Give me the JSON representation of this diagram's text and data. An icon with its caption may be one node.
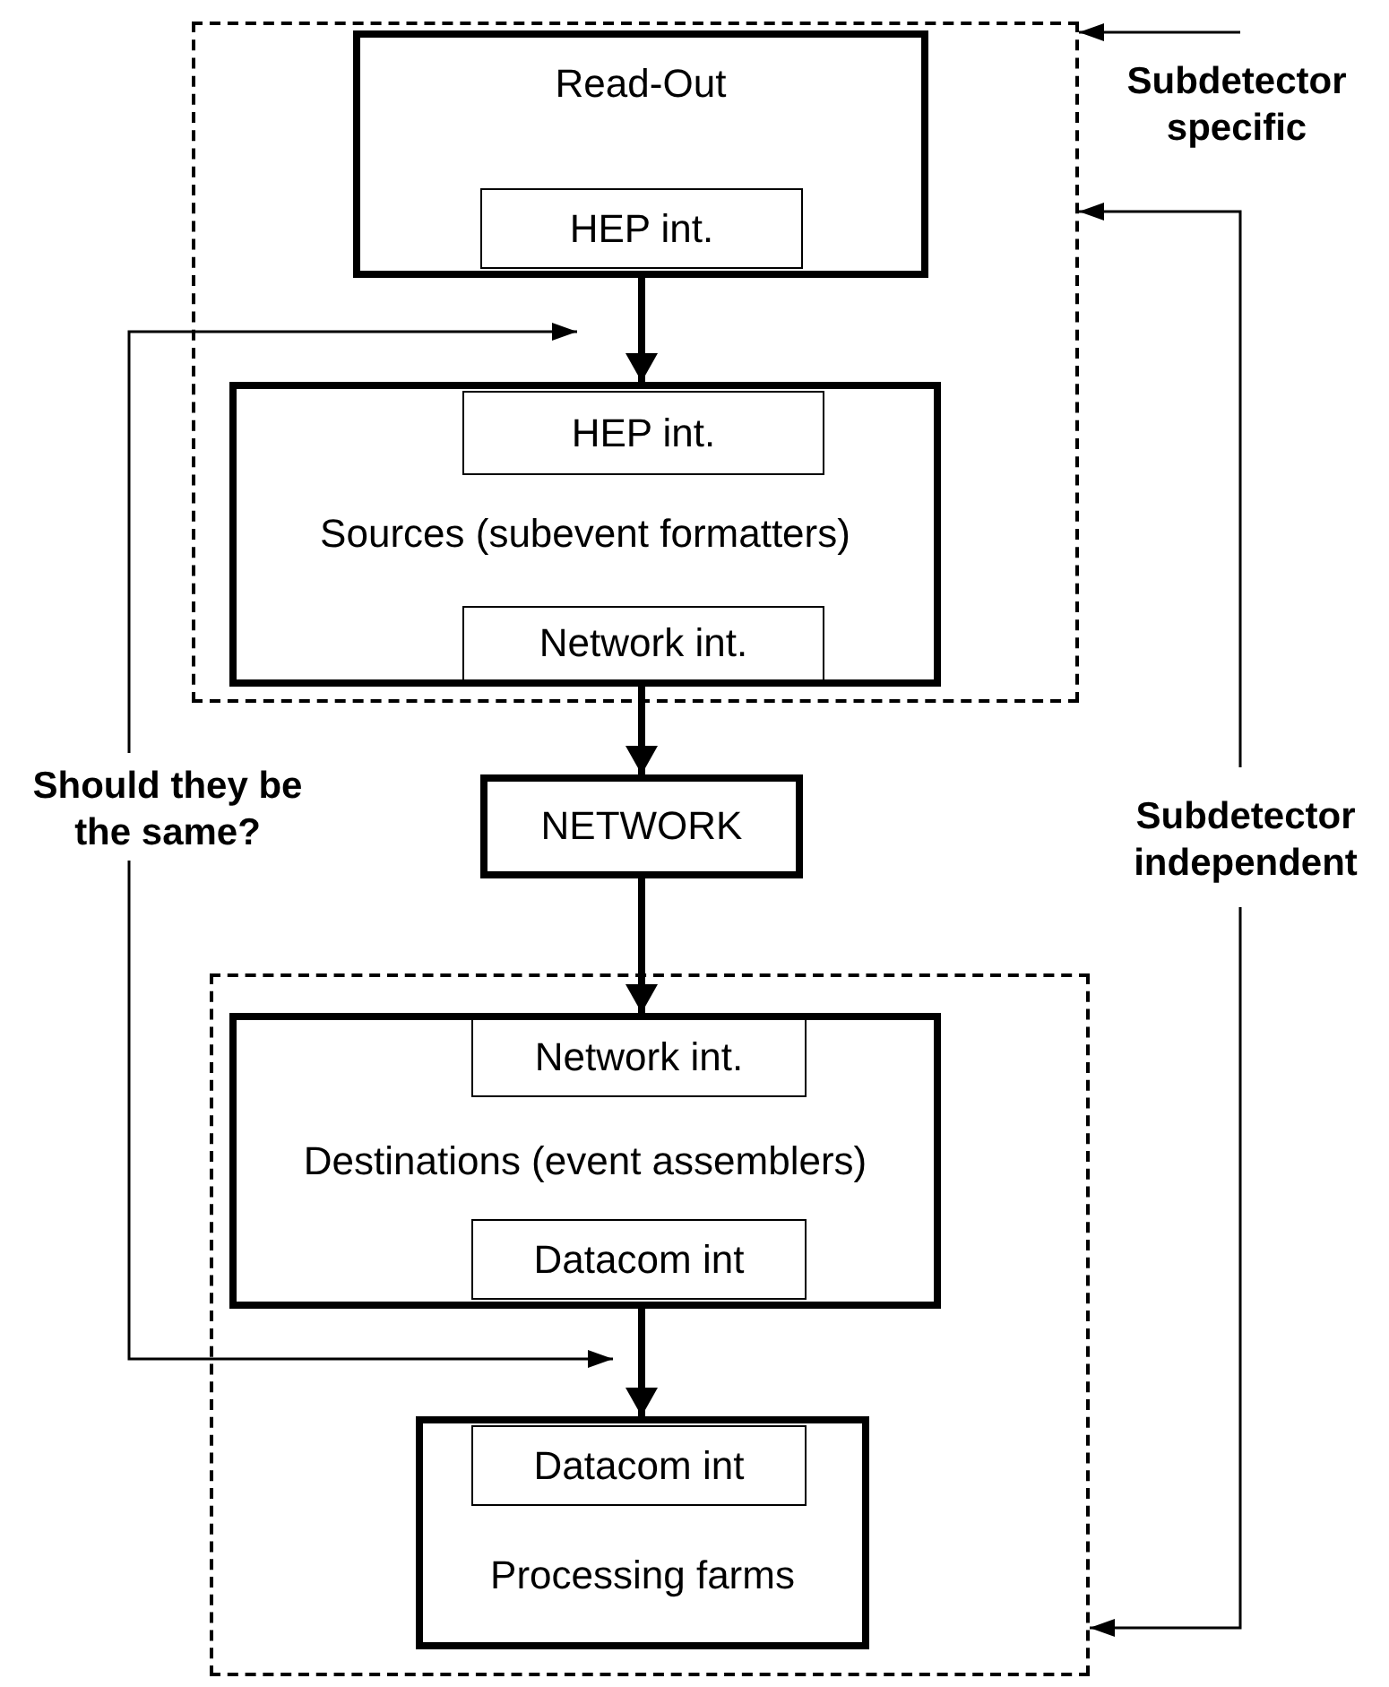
{
  "diagram": {
    "nodes": [
      {
        "text": [],
        "shape": "box"
      },
      {
        "text": [
          "Read-Out"
        ],
        "in": 0
      },
      {
        "text": [
          "HEP int."
        ],
        "in": 1
      },
      {
        "text": [
          "Sources (subevent formatters)"
        ],
        "in": 0
      },
      {
        "text": [
          "HEP int."
        ],
        "in": 3
      },
      {
        "text": [
          "Network int."
        ],
        "in": 3
      },
      {
        "text": [
          "NETWORK"
        ]
      },
      {
        "text": [],
        "shape": "box"
      },
      {
        "text": [
          "Destinations (event assemblers)"
        ],
        "in": 7
      },
      {
        "text": [
          "Network int."
        ],
        "in": 8
      },
      {
        "text": [
          "Datacom int"
        ],
        "in": 8
      },
      {
        "text": [
          "Processing farms"
        ],
        "in": 7
      },
      {
        "text": [
          "Datacom int"
        ],
        "in": 11
      },
      {
        "text": [
          "Should they be the same?"
        ]
      },
      {
        "text": [
          "Subdetector specific"
        ]
      },
      {
        "text": [
          "Subdetector independent"
        ]
      }
    ],
    "edges": [
      {
        "from": 1,
        "to": 3,
        "arrow": "to",
        "style": "thick"
      },
      {
        "from": 3,
        "to": 6,
        "arrow": "to",
        "style": "thick"
      },
      {
        "from": 6,
        "to": 8,
        "arrow": "to",
        "style": "thick"
      },
      {
        "from": 8,
        "to": 11,
        "arrow": "to",
        "style": "thick"
      },
      {
        "from": 13,
        "to": null,
        "arrow": "to"
      },
      {
        "from": 13,
        "to": null,
        "arrow": "to"
      },
      {
        "from": 14,
        "to": 0,
        "arrow": "to"
      },
      {
        "from": 15,
        "to": 0,
        "arrow": "to"
      },
      {
        "from": 15,
        "to": 7,
        "arrow": "to"
      }
    ]
  }
}
